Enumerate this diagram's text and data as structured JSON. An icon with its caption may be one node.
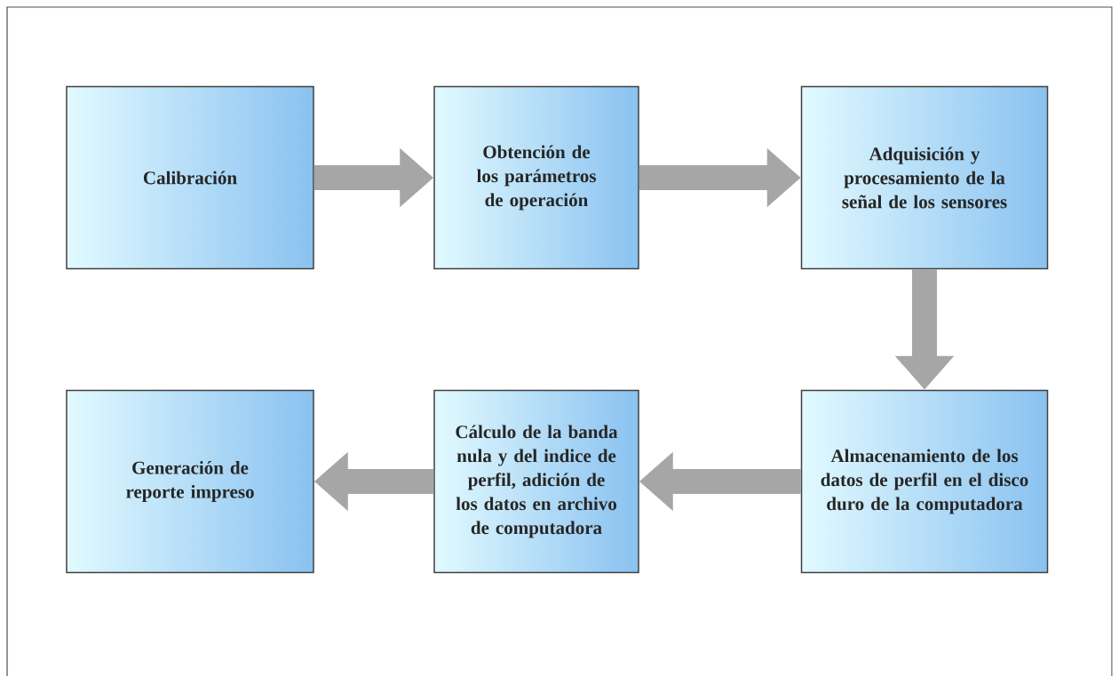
{
  "diagram": {
    "nodes": [
      {
        "text": [
          "Calibración"
        ]
      },
      {
        "text": [
          "Obtención de los parámetros de operación"
        ]
      },
      {
        "text": [
          "Adquisición y procesamiento de la señal de los sensores"
        ]
      },
      {
        "text": [
          "Generación de reporte impreso"
        ]
      },
      {
        "text": [
          "Cálculo de la banda nula y del indice de perfil, adición de los datos en archivo de computadora"
        ]
      },
      {
        "text": [
          "Almacenamiento de los datos de perfil en el disco duro de la computadora"
        ]
      }
    ],
    "edges": [
      {
        "from": 0,
        "to": 1,
        "arrow": "to"
      },
      {
        "from": 1,
        "to": 2,
        "arrow": "to"
      },
      {
        "from": 2,
        "to": 5,
        "arrow": "to"
      },
      {
        "from": 5,
        "to": 4,
        "arrow": "to"
      },
      {
        "from": 4,
        "to": 3,
        "arrow": "to"
      }
    ]
  }
}
